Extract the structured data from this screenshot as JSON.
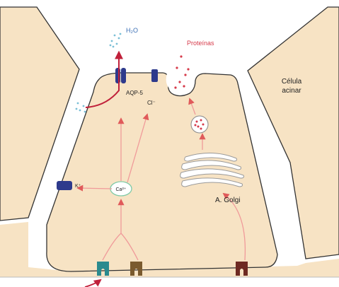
{
  "labels": {
    "water": "H₂O",
    "proteins": "Proteínas",
    "acinar_cell": "Célula acinar",
    "aquaporin": "AQP-5",
    "chloride": "Cl⁻",
    "potassium": "K⁺",
    "calcium": "Ca²⁺",
    "golgi": "A. Golgi"
  },
  "colors": {
    "cytoplasm": "#f7e3c4",
    "outline": "#333333",
    "arrow": "#e05a5a",
    "arrow_light": "#f09a9a",
    "channel_blue": "#2e3a8c",
    "dots_blue": "#7bbfd6",
    "dots_red": "#d63a4a",
    "receptor_teal": "#2a8a8e",
    "receptor_brown": "#7a5a2e",
    "receptor_maroon": "#6e2a22",
    "calcium_outline": "#7fcaa6",
    "text_blue": "#3b6fb5",
    "text_red": "#d63a4a"
  }
}
